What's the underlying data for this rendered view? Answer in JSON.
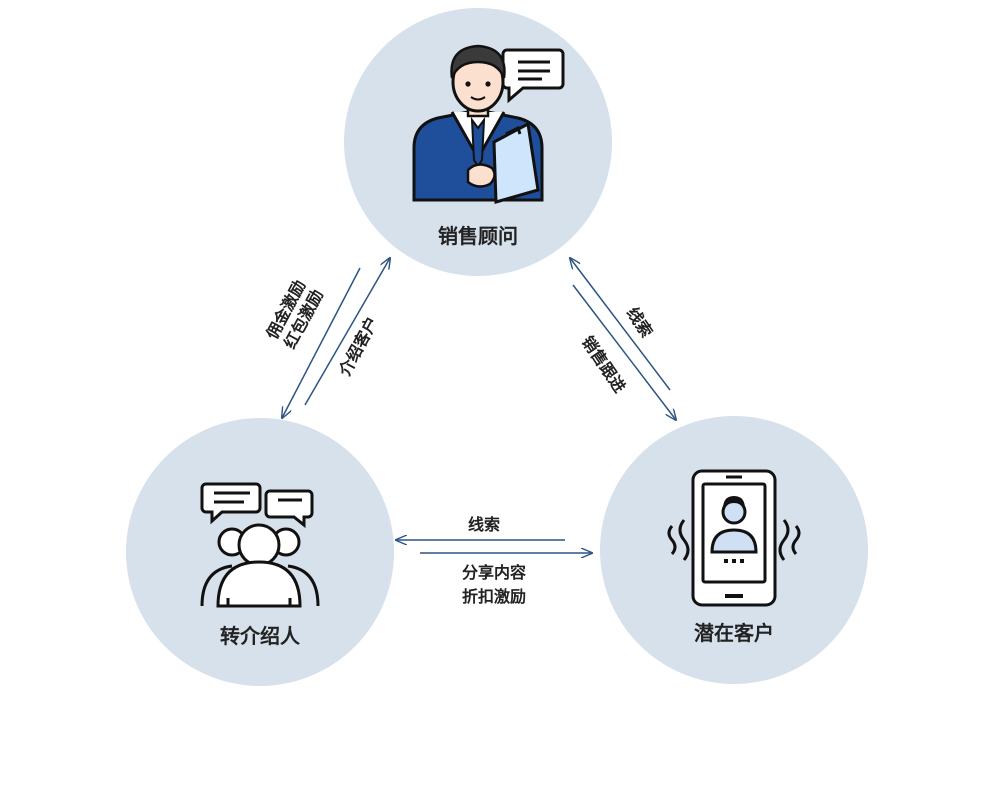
{
  "nodes": {
    "sales": {
      "label": "销售顾问",
      "icon": "salesperson-icon"
    },
    "referrer": {
      "label": "转介绍人",
      "icon": "group-chat-icon"
    },
    "customer": {
      "label": "潜在客户",
      "icon": "ringing-phone-icon"
    }
  },
  "edges": {
    "left": {
      "line1": "佣金激励",
      "line2": "红包激励",
      "line3": "介绍客户"
    },
    "right": {
      "line1": "线索",
      "line2": "销售跟进"
    },
    "bottom": {
      "line1": "线索",
      "line2": "分享内容",
      "line3": "折扣激励"
    }
  },
  "colors": {
    "circle": "#d6e1ec",
    "arrow": "#2c5484",
    "icon_blue": "#1f4f9a",
    "ink": "#222222"
  }
}
